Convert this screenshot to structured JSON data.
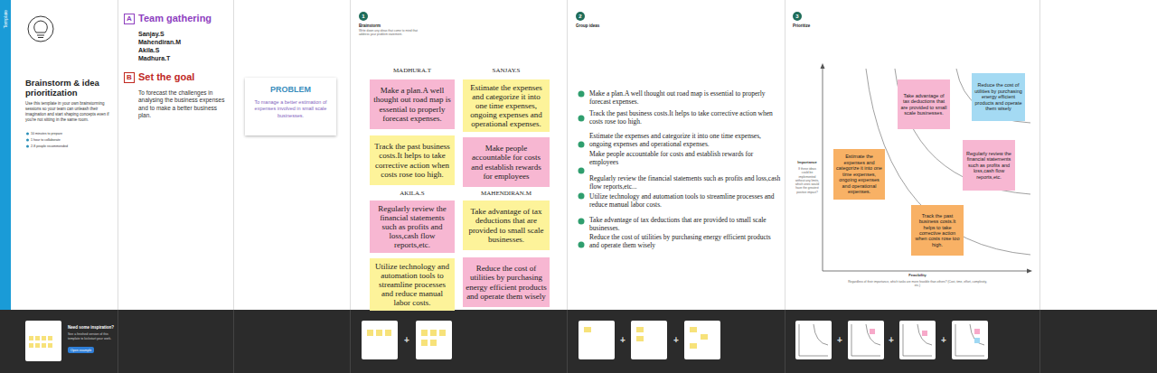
{
  "diagram": {
    "title": "Brainstorm & idea prioritization",
    "nodes": [
      {
        "text": [
          "Open example"
        ]
      },
      {
        "text": [
          "A"
        ]
      },
      {
        "text": [
          "B"
        ]
      },
      {
        "text": [
          "PROBLEM",
          "To manage a better estimation of expenses involved in small scale businesses."
        ]
      },
      {
        "text": [
          "1"
        ]
      },
      {
        "text": [
          "Make a plan.A well thought out road map is essential to properly forecast expenses."
        ]
      },
      {
        "text": [
          "Track the past business costs.It helps to take corrective action when costs rose too high."
        ]
      },
      {
        "text": [
          "Estimate the expenses and categorize it into one time expenses, ongoing expenses and operational expenses."
        ]
      },
      {
        "text": [
          "Make people accountable for costs and establish rewards for employees"
        ]
      },
      {
        "text": [
          "Regularly review the financial statements such as profits and loss,cash flow reports,etc."
        ]
      },
      {
        "text": [
          "Utilize technology and automation tools to streamline processes and reduce manual labor costs."
        ]
      },
      {
        "text": [
          "Take advantage of tax deductions that are provided to small scale businesses."
        ]
      },
      {
        "text": [
          "Reduce the cost of utilities by purchasing energy efficient products and operate them wisely"
        ]
      },
      {
        "text": [
          "2"
        ]
      },
      {
        "text": [
          "3"
        ]
      },
      {
        "text": [
          "Take advantage of tax deductions that are provided to small scale businesses."
        ]
      },
      {
        "text": [
          "Reduce the cost of utilities by purchasing energy efficient products and operate them wisely"
        ]
      },
      {
        "text": [
          "Regularly review the financial statements such as profits and loss,cash flow reports,etc."
        ]
      },
      {
        "text": [
          "Estimate the expenses and categorize it into one time expenses, ongoing expenses and operational expenses."
        ]
      },
      {
        "text": [
          "Track the past business costs.It helps to take corrective action when costs rose too high."
        ]
      }
    ],
    "labels": [
      "Template",
      "Use this template in your own brainstorming sessions so your team can unleash their imagination and start shaping concepts even if you're not sitting in the same room.",
      "10 minutes to prepare",
      "1 hour to collaborate",
      "2-8 people recommended",
      "Need some inspiration?",
      "See a finished version of this template to kickstart your work.",
      "Team gathering",
      "Sanjay.S",
      "Mahendiran.M",
      "Akila.S",
      "Madhura.T",
      "Set the goal",
      "To forecast the challenges in analysing the business expenses and to make a better business plan.",
      "Brainstorm",
      "Write down any ideas that come to mind that address your problem statement.",
      "MADHURA.T",
      "SANJAY.S",
      "AKILA.S",
      "MAHENDIRAN.M",
      "+",
      "Group ideas",
      "Make a plan.A well thought out road map is essential to properly forecast expenses.",
      "Track the past business costs.It helps to take corrective action when costs rose too high.",
      "Estimate the expenses and categorize it into one time expenses, ongoing expenses and operational expenses.",
      "Make people accountable for costs and establish rewards for employees",
      "Regularly review the financial statements such as profits and loss,cash flow reports,etc...",
      "Utilize technology and automation tools to streamline processes and reduce manual labor costs.",
      "Take advantage of tax deductions that are provided to small scale businesses.",
      "Reduce the cost of utilities by purchasing energy efficient products and operate them wisely",
      "+",
      "+",
      "Prioritize",
      "Importance",
      "If these ideas could be implemented without any limits, which ones would have the greatest positive impact?",
      "Feasibility",
      "Regardless of their importance, which tasks are more feasible than others? (Cost, time, effort, complexity, etc.)",
      "+",
      "+",
      "+"
    ]
  }
}
